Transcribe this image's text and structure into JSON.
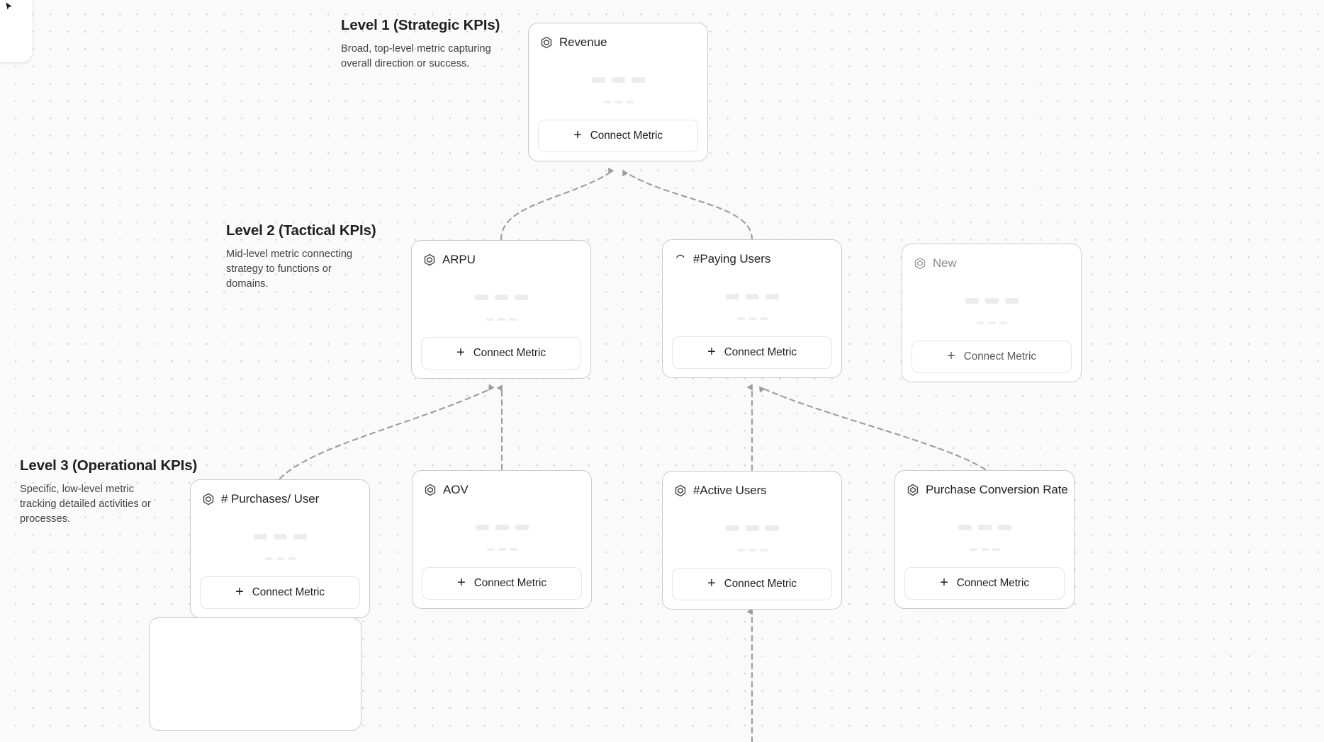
{
  "canvas": {
    "background_color": "#fafafa",
    "dot_grid_color": "#d2d2d4",
    "card_border_color": "#c9cacd",
    "edge_color": "#9b9da1",
    "skeleton_color": "#ececee"
  },
  "levels": [
    {
      "id": "level-1",
      "title": "Level 1 (Strategic KPIs)",
      "description": "Broad, top-level metric capturing overall direction or success."
    },
    {
      "id": "level-2",
      "title": "Level 2 (Tactical KPIs)",
      "description": "Mid-level metric connecting strategy to functions or domains."
    },
    {
      "id": "level-3",
      "title": "Level 3 (Operational KPIs)",
      "description": "Specific, low-level metric tracking detailed activities or processes."
    }
  ],
  "connect_button": {
    "label": "Connect Metric",
    "plus": "+"
  },
  "nodes": [
    {
      "id": "revenue",
      "title": "Revenue",
      "icon": "hexagon-metric-icon",
      "state": "active"
    },
    {
      "id": "arpu",
      "title": "ARPU",
      "icon": "hexagon-metric-icon",
      "state": "active"
    },
    {
      "id": "paying-users",
      "title": "#Paying Users",
      "icon": "loading-spinner-icon",
      "state": "loading"
    },
    {
      "id": "new",
      "title": "New",
      "icon": "hexagon-metric-icon",
      "state": "placeholder"
    },
    {
      "id": "purchases-user",
      "title": "# Purchases/ User",
      "icon": "hexagon-metric-icon",
      "state": "active"
    },
    {
      "id": "aov",
      "title": "AOV",
      "icon": "hexagon-metric-icon",
      "state": "active"
    },
    {
      "id": "active-users",
      "title": "#Active Users",
      "icon": "hexagon-metric-icon",
      "state": "active"
    },
    {
      "id": "purchase-conv",
      "title": "Purchase Conversion Rate",
      "icon": "hexagon-metric-icon",
      "state": "active"
    }
  ]
}
